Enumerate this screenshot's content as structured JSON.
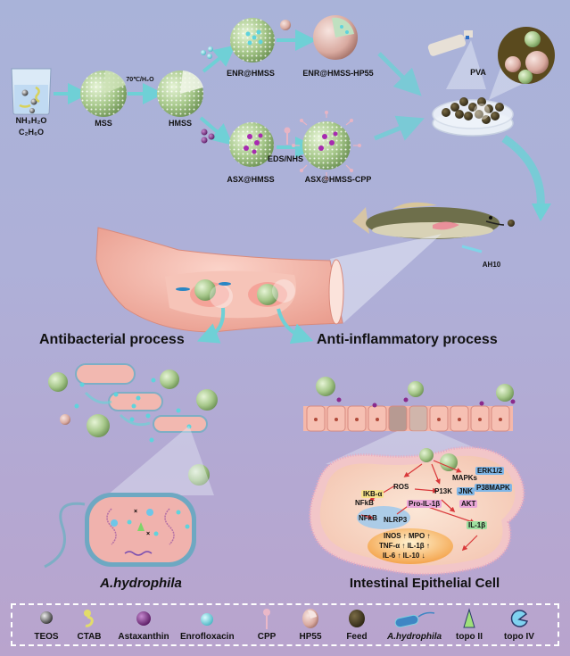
{
  "synthesis": {
    "precursor_line1": "NH₃H₂O",
    "precursor_line2": "C₂H₆O",
    "mss": "MSS",
    "condition": "70℃/H₂O",
    "hmss": "HMSS",
    "enr_hmss": "ENR@HMSS",
    "enr_hmss_hp55": "ENR@HMSS-HP55",
    "asx_hmss": "ASX@HMSS",
    "coupling": "EDS/NHS",
    "asx_hmss_cpp": "ASX@HMSS-CPP",
    "pva": "PVA"
  },
  "fish": {
    "strain": "AH10"
  },
  "processes": {
    "antibacterial": "Antibacterial process",
    "anti_inflammatory": "Anti-inflammatory process"
  },
  "panels": {
    "bacteria_title": "A.hydrophila",
    "cell_title": "Intestinal Epithelial Cell"
  },
  "pathway": {
    "ros": "ROS",
    "ikb": "IKB-α",
    "nfkb_top": "NFkB",
    "nfkb": "NFkB",
    "nlrp3": "NLRP3",
    "pro_il1b": "Pro-IL-1β",
    "p13k": "P13K",
    "akt": "AKT",
    "mapks": "MAPKs",
    "erk": "ERK1/2",
    "jnk": "JNK",
    "p38": "P38MAPK",
    "il1b": "IL-1β",
    "markers": [
      "INOS ↑  MPO ↑",
      "TNF-α ↑  IL-1β ↑",
      "IL-6 ↑  IL-10 ↓"
    ]
  },
  "legend": [
    {
      "icon": "teos-sphere-icon",
      "label": "TEOS"
    },
    {
      "icon": "ctab-molecule-icon",
      "label": "CTAB"
    },
    {
      "icon": "astaxanthin-sphere-icon",
      "label": "Astaxanthin"
    },
    {
      "icon": "enrofloxacin-sphere-icon",
      "label": "Enrofloxacin"
    },
    {
      "icon": "cpp-lollipop-icon",
      "label": "CPP"
    },
    {
      "icon": "hp55-shell-icon",
      "label": "HP55"
    },
    {
      "icon": "feed-pellet-icon",
      "label": "Feed"
    },
    {
      "icon": "bacterium-icon",
      "label": "A.hydrophila"
    },
    {
      "icon": "topo-ii-triangle-icon",
      "label": "topo II"
    },
    {
      "icon": "topo-iv-pacman-icon",
      "label": "topo IV"
    }
  ],
  "colors": {
    "silica": "#a9c98f",
    "enrofloxacin": "#5fd3dc",
    "astaxanthin": "#8a2a8c",
    "arrow": "#6fd0d6",
    "tissue": "#f2b4aa",
    "feed": "#3d3520"
  }
}
